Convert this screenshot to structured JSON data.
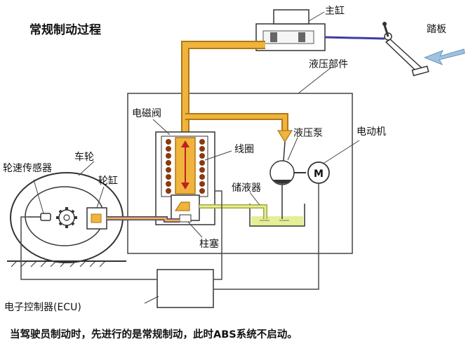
{
  "diagram": {
    "title": "常规制动过程",
    "labels": {
      "master_cylinder": "主缸",
      "pedal": "踏板",
      "hydraulic_unit": "液压部件",
      "solenoid_valve": "电磁阀",
      "hydraulic_pump": "液压泵",
      "motor": "电动机",
      "motor_symbol": "M",
      "coil": "线圈",
      "reservoir": "储液器",
      "wheel": "车轮",
      "wheel_speed_sensor": "轮速传感器",
      "wheel_cylinder": "轮缸",
      "plunger": "柱塞",
      "ecu": "电子控制器(ECU)"
    },
    "caption": "当驾驶员制动时，先进行的是常规制动，此时ABS系统不启动。"
  },
  "colors": {
    "fluid": "#f0b43c",
    "fluid_edge": "#b07818",
    "reservoir_fluid": "#e6ee96",
    "coil": "#8a3a10",
    "wire": "#4a4a4a",
    "pedal_arrow": "#9ec3e0",
    "pushrod": "#3c3ca8"
  }
}
